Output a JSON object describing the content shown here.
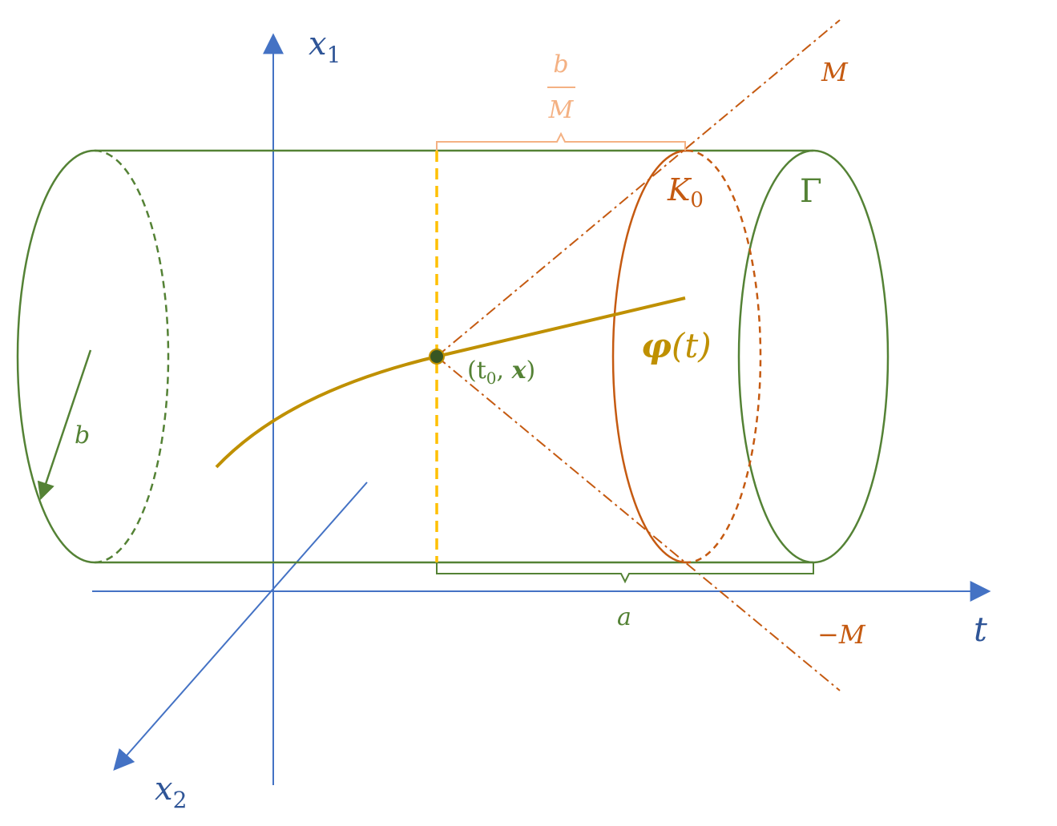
{
  "labels": {
    "x1_main": "x",
    "x1_sub": "1",
    "x2_main": "x",
    "x2_sub": "2",
    "t": "t",
    "b_over_M_num": "b",
    "b_over_M_den": "M",
    "M": "M",
    "minus_M": "−M",
    "K0_main": "K",
    "K0_sub": "0",
    "Gamma": "Γ",
    "phi": "φ",
    "phi_arg": "(t)",
    "point_open": "(t",
    "point_sub": "0",
    "point_rest": ", ",
    "point_x": "x",
    "point_close": ")",
    "b": "b",
    "a": "a"
  },
  "colors": {
    "axis": "#4472C4",
    "cylinder": "#548235",
    "cone": "#C55A11",
    "brace_top": "#F4B183",
    "curve": "#BF9000",
    "dashed_line": "#FFC000",
    "point": "#375623"
  }
}
